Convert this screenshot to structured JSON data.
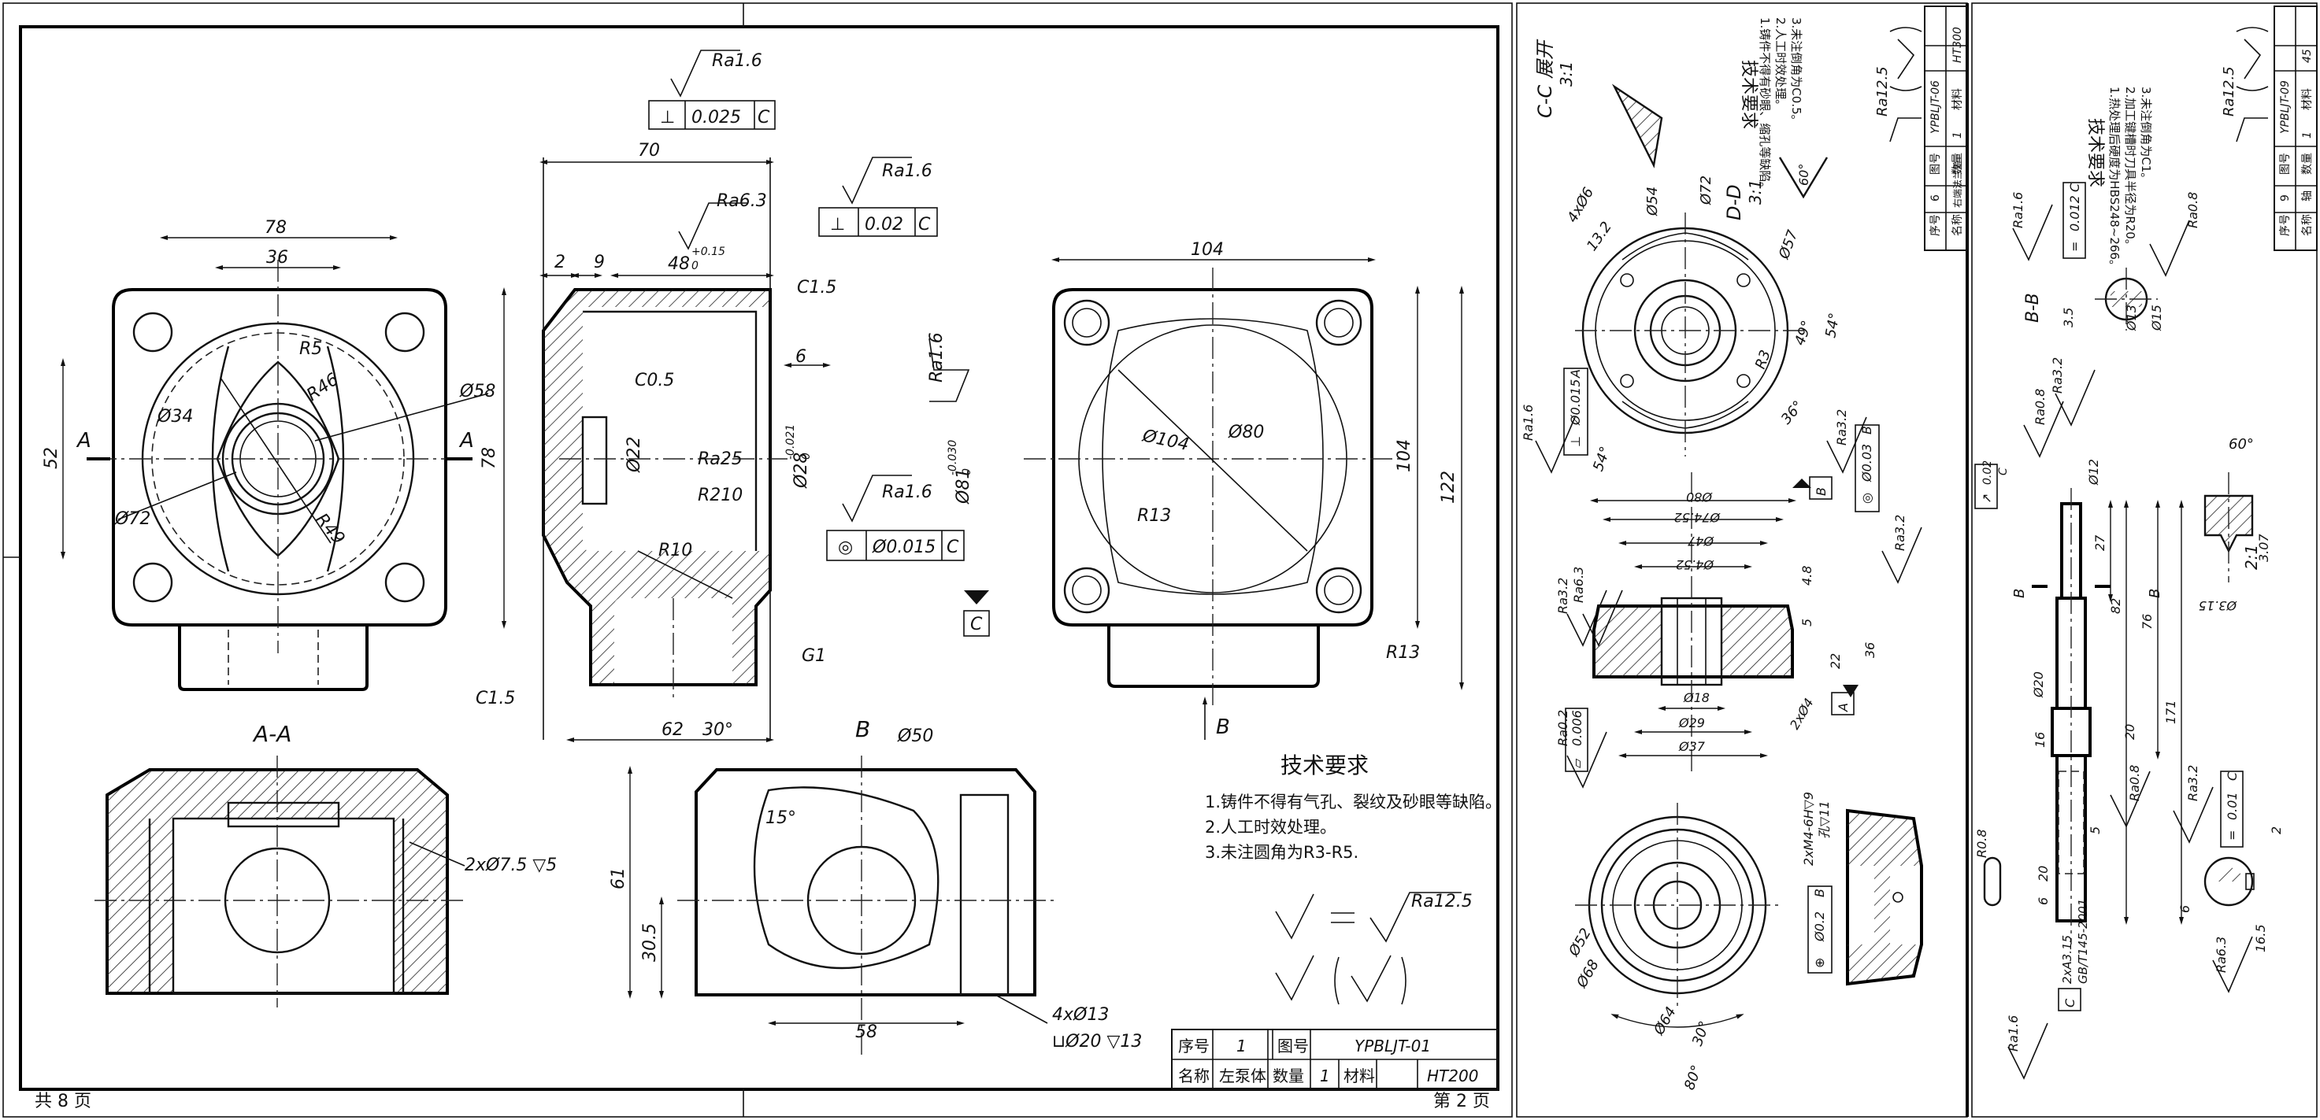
{
  "sheet_left": {
    "page_total": "共 8 页",
    "page_current": "第 2 页",
    "title_block": {
      "seq_label": "序号",
      "seq_value": "1",
      "drawing_no_label": "图号",
      "drawing_no_value": "YPBLJT-01",
      "name_label": "名称",
      "name_value": "左泵体",
      "qty_label": "数量",
      "qty_value": "1",
      "material_label": "材料",
      "material_value": "HT200"
    },
    "tech_req": {
      "title": "技术要求",
      "items": [
        "1.铸件不得有气孔、裂纹及砂眼等缺陷。",
        "2.人工时效处理。",
        "3.未注圆角为R3-R5."
      ]
    },
    "views": {
      "front": {
        "dims": [
          "78",
          "36",
          "R5",
          "R46",
          "Ø34",
          "Ø58",
          "Ø72",
          "R49",
          "52",
          "78"
        ],
        "section_marks": [
          "A",
          "A"
        ]
      },
      "side": {
        "dims": [
          "70",
          "2",
          "9",
          "48",
          "+0.15",
          "0",
          "C1.5",
          "6",
          "C0.5",
          "Ø22",
          "Ra25",
          "R210",
          "Ø28",
          "-0.021",
          "0",
          "Ø81",
          "-0.030",
          "0",
          "R10",
          "G1",
          "C1.5",
          "62",
          "30°"
        ],
        "roughness": [
          "Ra1.6",
          "Ra6.3",
          "Ra1.6",
          "Ra1.6",
          "Ra1.6"
        ],
        "tolerance_frames": [
          {
            "symbol": "⊥",
            "value": "0.025",
            "datum": "C"
          },
          {
            "symbol": "⊥",
            "value": "0.02",
            "datum": "C"
          },
          {
            "symbol": "◎",
            "value": "Ø0.015",
            "datum": "C"
          }
        ],
        "datum": "C"
      },
      "right": {
        "dims": [
          "104",
          "Ø104",
          "Ø80",
          "R13",
          "R13",
          "104",
          "122"
        ],
        "view_mark": "B"
      },
      "section_aa": {
        "label": "A-A",
        "note": "2xØ7.5 ▽5"
      },
      "view_b": {
        "label": "B",
        "dims": [
          "Ø50",
          "15°",
          "61",
          "30.5",
          "58"
        ],
        "hole_note_1": "4xØ13",
        "hole_note_2": "⊔Ø20 ▽13"
      },
      "roughness_general": "Ra12.5"
    }
  },
  "sheet_middle": {
    "title_block": {
      "seq_label": "序号",
      "seq_value": "6",
      "drawing_no_label": "图号",
      "drawing_no_value": "YPBLJT-06",
      "name_label": "名称",
      "name_value": "右端法兰盖",
      "qty_label": "数量",
      "qty_value": "1",
      "material_label": "材料",
      "material_value": "HT300"
    },
    "tech_req": {
      "title": "技术要求",
      "items": [
        "1.铸件不得有砂眼、缩孔等缺陷。",
        "2.人工时效处理。",
        "3.未注倒角为C0.5。"
      ]
    },
    "labels": [
      "C-C 展开",
      "3:1",
      "D-D",
      "3:1",
      "60°",
      "Ra12.5"
    ],
    "dims": [
      "4xØ6",
      "Ø54",
      "Ø72",
      "Ø57",
      "13.2",
      "R3",
      "49°",
      "54°",
      "36°",
      "54°",
      "Ø80",
      "Ø74.52",
      "Ø47",
      "Ø4.52",
      "4.8",
      "5",
      "22",
      "36",
      "Ø18",
      "Ø29",
      "Ø37",
      "Ø52",
      "Ø68",
      "Ø64",
      "30°",
      "80°",
      "2xØ4",
      "2xM4-6H▽9",
      "孔▽11"
    ],
    "roughness": [
      "Ra1.6",
      "Ra6.3",
      "Ra3.2",
      "Ra0.2",
      "Ra3.2",
      "Ra3.2"
    ],
    "tolerance_frames": [
      {
        "symbol": "⊥",
        "value": "Ø0.015",
        "datum": "A"
      },
      {
        "symbol": "◎",
        "value": "Ø0.03",
        "datum": "B"
      },
      {
        "symbol": "▱",
        "value": "0.006",
        "datum": ""
      },
      {
        "symbol": "⊕",
        "value": "Ø0.2",
        "datum": "B"
      }
    ],
    "datums": [
      "A",
      "B"
    ]
  },
  "sheet_right": {
    "title_block": {
      "seq_label": "序号",
      "seq_value": "9",
      "drawing_no_label": "图号",
      "drawing_no_value": "YPBLJT-09",
      "name_label": "名称",
      "name_value": "轴",
      "qty_label": "数量",
      "qty_value": "1",
      "material_label": "材料",
      "material_value": "45"
    },
    "tech_req": {
      "title": "技术要求",
      "items": [
        "1.热处理后硬度为HBS248~266。",
        "2.加工键槽时刀具半径为R20。",
        "3.未注倒角为C1。"
      ]
    },
    "labels": [
      "B-B",
      "Ra12.5",
      "2:1",
      "60°"
    ],
    "dims": [
      "Ø13",
      "3.5",
      "Ø15",
      "27",
      "82",
      "76",
      "171",
      "20",
      "16",
      "6",
      "20",
      "R0.8",
      "Ø12",
      "Ø20",
      "5",
      "2xA3.15",
      "GB/T145-2001",
      "Ø3.15",
      "3.07",
      "2",
      "16.5",
      "6"
    ],
    "roughness": [
      "Ra1.6",
      "Ra3.2",
      "Ra0.8",
      "Ra0.8",
      "Ra0.8",
      "Ra3.2",
      "Ra6.3",
      "Ra1.6"
    ],
    "tolerance_frames": [
      {
        "symbol": "=",
        "value": "0.012",
        "datum": "C"
      },
      {
        "symbol": "↗",
        "value": "0.02",
        "datum": "C"
      },
      {
        "symbol": "=",
        "value": "0.01",
        "datum": "C"
      }
    ],
    "datum": "C",
    "section_marks": [
      "B",
      "B"
    ]
  }
}
